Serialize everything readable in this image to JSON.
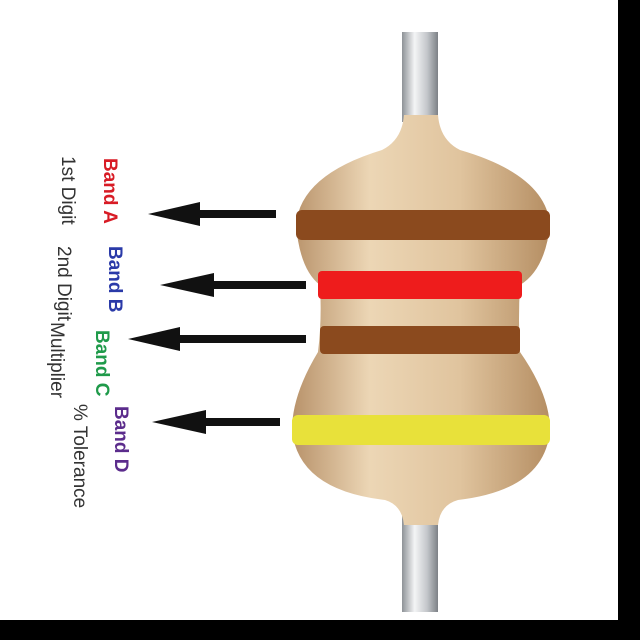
{
  "bands": [
    {
      "name": "Band A",
      "description": "1st Digit",
      "name_color": "#d81b25",
      "band_color": "#8b4a1e"
    },
    {
      "name": "Band B",
      "description": "2nd Digit",
      "name_color": "#2a3aa8",
      "band_color": "#ee1c1c"
    },
    {
      "name": "Band C",
      "description": "Multiplier",
      "name_color": "#1f9a4a",
      "band_color": "#8b4a1e"
    },
    {
      "name": "Band D",
      "description": "% Tolerance",
      "name_color": "#5b2c8c",
      "band_color": "#e8e13a"
    }
  ],
  "colors": {
    "body": "#e2c7a1",
    "body_shade": "#cdaa7d",
    "lead": "#c9ccd0",
    "arrow": "#111111",
    "border": "#000000"
  }
}
